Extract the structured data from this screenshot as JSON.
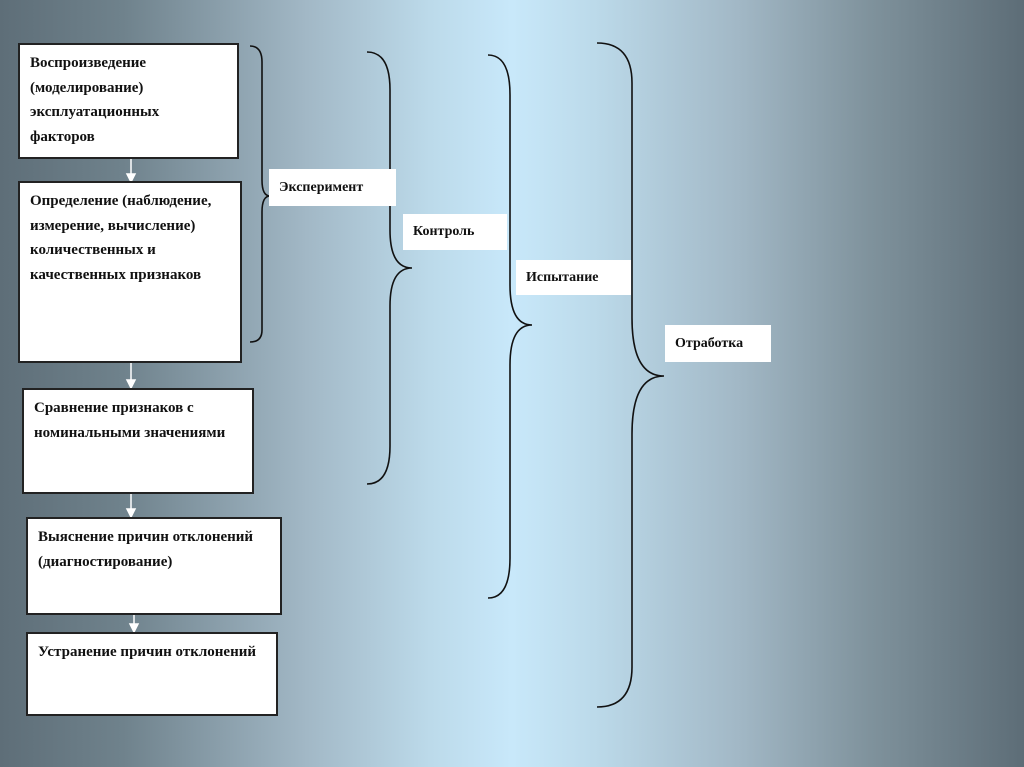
{
  "diagram": {
    "steps": [
      {
        "text": "Воспроизведение (моделирование) эксплуатационных факторов"
      },
      {
        "text": "Определение (наблюдение, измерение, вычисление) количественных и качественных признаков"
      },
      {
        "text": "Сравнение признаков с номинальными значениями"
      },
      {
        "text": "Выяснение причин отклонений (диагностирование)"
      },
      {
        "text": "Устранение причин отклонений"
      }
    ],
    "groups": [
      {
        "label": "Эксперимент",
        "covers": "steps 1-2"
      },
      {
        "label": "Контроль",
        "covers": "steps 1-3"
      },
      {
        "label": "Испытание",
        "covers": "steps 1-4"
      },
      {
        "label": "Отработка",
        "covers": "steps 1-5"
      }
    ]
  }
}
